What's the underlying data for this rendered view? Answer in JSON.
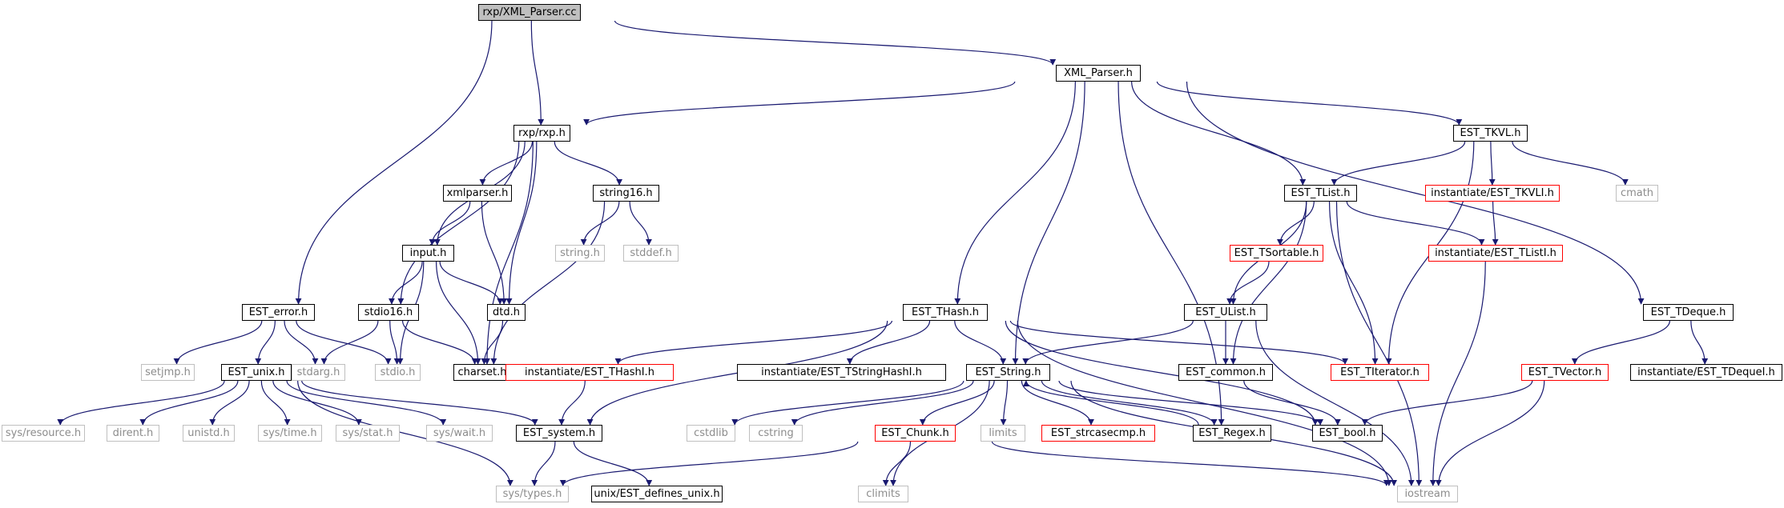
{
  "graph": {
    "nodes": {
      "root": {
        "label": "rxp/XML_Parser.cc",
        "type": "root"
      },
      "xml_parser_h": {
        "label": "XML_Parser.h",
        "type": "doc"
      },
      "rxp_h": {
        "label": "rxp/rxp.h",
        "type": "doc"
      },
      "xmlparser_h": {
        "label": "xmlparser.h",
        "type": "doc"
      },
      "string16_h": {
        "label": "string16.h",
        "type": "doc"
      },
      "input_h": {
        "label": "input.h",
        "type": "doc"
      },
      "stdio16_h": {
        "label": "stdio16.h",
        "type": "doc"
      },
      "dtd_h": {
        "label": "dtd.h",
        "type": "doc"
      },
      "charset_h": {
        "label": "charset.h",
        "type": "doc"
      },
      "string_h": {
        "label": "string.h",
        "type": "sys"
      },
      "stddef_h": {
        "label": "stddef.h",
        "type": "sys"
      },
      "stdarg_h": {
        "label": "stdarg.h",
        "type": "sys"
      },
      "stdio_h": {
        "label": "stdio.h",
        "type": "sys"
      },
      "est_error_h": {
        "label": "EST_error.h",
        "type": "doc"
      },
      "setjmp_h": {
        "label": "setjmp.h",
        "type": "sys"
      },
      "est_unix_h": {
        "label": "EST_unix.h",
        "type": "doc"
      },
      "sys_resource_h": {
        "label": "sys/resource.h",
        "type": "sys"
      },
      "dirent_h": {
        "label": "dirent.h",
        "type": "sys"
      },
      "unistd_h": {
        "label": "unistd.h",
        "type": "sys"
      },
      "sys_time_h": {
        "label": "sys/time.h",
        "type": "sys"
      },
      "sys_stat_h": {
        "label": "sys/stat.h",
        "type": "sys"
      },
      "sys_wait_h": {
        "label": "sys/wait.h",
        "type": "sys"
      },
      "est_system_h": {
        "label": "EST_system.h",
        "type": "doc"
      },
      "sys_types_h": {
        "label": "sys/types.h",
        "type": "sys"
      },
      "unix_defines_h": {
        "label": "unix/EST_defines_unix.h",
        "type": "doc"
      },
      "est_thash_h": {
        "label": "EST_THash.h",
        "type": "doc"
      },
      "inst_thashi_h": {
        "label": "instantiate/EST_THashI.h",
        "type": "incomplete"
      },
      "inst_tstringhashi_h": {
        "label": "instantiate/EST_TStringHashI.h",
        "type": "doc"
      },
      "est_string_h": {
        "label": "EST_String.h",
        "type": "doc"
      },
      "cstdlib": {
        "label": "cstdlib",
        "type": "sys"
      },
      "cstring": {
        "label": "cstring",
        "type": "sys"
      },
      "est_chunk_h": {
        "label": "EST_Chunk.h",
        "type": "incomplete"
      },
      "limits": {
        "label": "limits",
        "type": "sys"
      },
      "est_strcasecmp_h": {
        "label": "EST_strcasecmp.h",
        "type": "incomplete"
      },
      "climits": {
        "label": "climits",
        "type": "sys"
      },
      "est_regex_h": {
        "label": "EST_Regex.h",
        "type": "doc"
      },
      "est_bool_h": {
        "label": "EST_bool.h",
        "type": "doc"
      },
      "iostream": {
        "label": "iostream",
        "type": "sys"
      },
      "est_tlist_h": {
        "label": "EST_TList.h",
        "type": "doc"
      },
      "est_tsortable_h": {
        "label": "EST_TSortable.h",
        "type": "incomplete"
      },
      "est_ulist_h": {
        "label": "EST_UList.h",
        "type": "doc"
      },
      "est_common_h": {
        "label": "EST_common.h",
        "type": "doc"
      },
      "est_titerator_h": {
        "label": "EST_TIterator.h",
        "type": "incomplete"
      },
      "est_tkvl_h": {
        "label": "EST_TKVL.h",
        "type": "doc"
      },
      "inst_tkvli_h": {
        "label": "instantiate/EST_TKVLI.h",
        "type": "incomplete"
      },
      "inst_tlisti_h": {
        "label": "instantiate/EST_TListI.h",
        "type": "incomplete"
      },
      "cmath": {
        "label": "cmath",
        "type": "sys"
      },
      "est_tdeque_h": {
        "label": "EST_TDeque.h",
        "type": "doc"
      },
      "est_tvector_h": {
        "label": "EST_TVector.h",
        "type": "incomplete"
      },
      "inst_tdequei_h": {
        "label": "instantiate/EST_TDequeI.h",
        "type": "doc"
      }
    },
    "edges": [
      [
        "root",
        "rxp_h"
      ],
      [
        "root",
        "xml_parser_h"
      ],
      [
        "root",
        "est_error_h"
      ],
      [
        "xml_parser_h",
        "rxp_h"
      ],
      [
        "xml_parser_h",
        "est_thash_h"
      ],
      [
        "xml_parser_h",
        "est_string_h"
      ],
      [
        "xml_parser_h",
        "est_regex_h"
      ],
      [
        "xml_parser_h",
        "est_tlist_h"
      ],
      [
        "xml_parser_h",
        "est_tkvl_h"
      ],
      [
        "xml_parser_h",
        "est_tdeque_h"
      ],
      [
        "rxp_h",
        "xmlparser_h"
      ],
      [
        "rxp_h",
        "string16_h"
      ],
      [
        "rxp_h",
        "input_h"
      ],
      [
        "rxp_h",
        "stdio16_h"
      ],
      [
        "rxp_h",
        "dtd_h"
      ],
      [
        "rxp_h",
        "charset_h"
      ],
      [
        "xmlparser_h",
        "input_h"
      ],
      [
        "xmlparser_h",
        "dtd_h"
      ],
      [
        "string16_h",
        "string_h"
      ],
      [
        "string16_h",
        "stddef_h"
      ],
      [
        "string16_h",
        "charset_h"
      ],
      [
        "input_h",
        "stdio16_h"
      ],
      [
        "input_h",
        "dtd_h"
      ],
      [
        "input_h",
        "charset_h"
      ],
      [
        "input_h",
        "stdio_h"
      ],
      [
        "stdio16_h",
        "stdarg_h"
      ],
      [
        "stdio16_h",
        "stdio_h"
      ],
      [
        "stdio16_h",
        "charset_h"
      ],
      [
        "dtd_h",
        "charset_h"
      ],
      [
        "est_error_h",
        "setjmp_h"
      ],
      [
        "est_error_h",
        "est_unix_h"
      ],
      [
        "est_error_h",
        "stdarg_h"
      ],
      [
        "est_error_h",
        "stdio_h"
      ],
      [
        "est_unix_h",
        "sys_resource_h"
      ],
      [
        "est_unix_h",
        "dirent_h"
      ],
      [
        "est_unix_h",
        "unistd_h"
      ],
      [
        "est_unix_h",
        "sys_time_h"
      ],
      [
        "est_unix_h",
        "sys_stat_h"
      ],
      [
        "est_unix_h",
        "sys_wait_h"
      ],
      [
        "est_unix_h",
        "est_system_h"
      ],
      [
        "est_unix_h",
        "sys_types_h"
      ],
      [
        "est_system_h",
        "sys_types_h"
      ],
      [
        "est_system_h",
        "unix_defines_h"
      ],
      [
        "est_thash_h",
        "inst_thashi_h"
      ],
      [
        "est_thash_h",
        "inst_tstringhashi_h"
      ],
      [
        "est_thash_h",
        "est_string_h"
      ],
      [
        "est_thash_h",
        "est_system_h"
      ],
      [
        "est_thash_h",
        "est_bool_h"
      ],
      [
        "est_thash_h",
        "est_titerator_h"
      ],
      [
        "est_thash_h",
        "iostream"
      ],
      [
        "inst_thashi_h",
        "est_system_h"
      ],
      [
        "est_string_h",
        "cstdlib"
      ],
      [
        "est_string_h",
        "cstring"
      ],
      [
        "est_string_h",
        "est_chunk_h"
      ],
      [
        "est_string_h",
        "limits"
      ],
      [
        "est_string_h",
        "est_strcasecmp_h"
      ],
      [
        "est_string_h",
        "climits"
      ],
      [
        "est_string_h",
        "est_regex_h"
      ],
      [
        "est_string_h",
        "est_bool_h"
      ],
      [
        "est_string_h",
        "iostream"
      ],
      [
        "est_regex_h",
        "est_string_h"
      ],
      [
        "est_chunk_h",
        "sys_types_h"
      ],
      [
        "est_chunk_h",
        "climits"
      ],
      [
        "est_chunk_h",
        "iostream"
      ],
      [
        "est_tlist_h",
        "est_tsortable_h"
      ],
      [
        "est_tlist_h",
        "est_ulist_h"
      ],
      [
        "est_tlist_h",
        "est_common_h"
      ],
      [
        "est_tlist_h",
        "est_titerator_h"
      ],
      [
        "est_tlist_h",
        "inst_tlisti_h"
      ],
      [
        "est_tlist_h",
        "iostream"
      ],
      [
        "est_tsortable_h",
        "est_ulist_h"
      ],
      [
        "est_ulist_h",
        "est_string_h"
      ],
      [
        "est_ulist_h",
        "est_common_h"
      ],
      [
        "est_ulist_h",
        "iostream"
      ],
      [
        "est_common_h",
        "est_bool_h"
      ],
      [
        "est_tkvl_h",
        "est_tlist_h"
      ],
      [
        "est_tkvl_h",
        "inst_tkvli_h"
      ],
      [
        "est_tkvl_h",
        "cmath"
      ],
      [
        "est_tkvl_h",
        "est_titerator_h"
      ],
      [
        "inst_tkvli_h",
        "inst_tlisti_h"
      ],
      [
        "inst_tlisti_h",
        "iostream"
      ],
      [
        "est_tdeque_h",
        "est_tvector_h"
      ],
      [
        "est_tdeque_h",
        "inst_tdequei_h"
      ],
      [
        "est_tvector_h",
        "est_bool_h"
      ],
      [
        "est_tvector_h",
        "iostream"
      ]
    ]
  },
  "colors": {
    "edge": "#191970",
    "incomplete_border": "#ff0000",
    "system_border": "#bfbfbf",
    "system_text": "#8c8c8c",
    "root_fill": "#bfbfbf"
  }
}
